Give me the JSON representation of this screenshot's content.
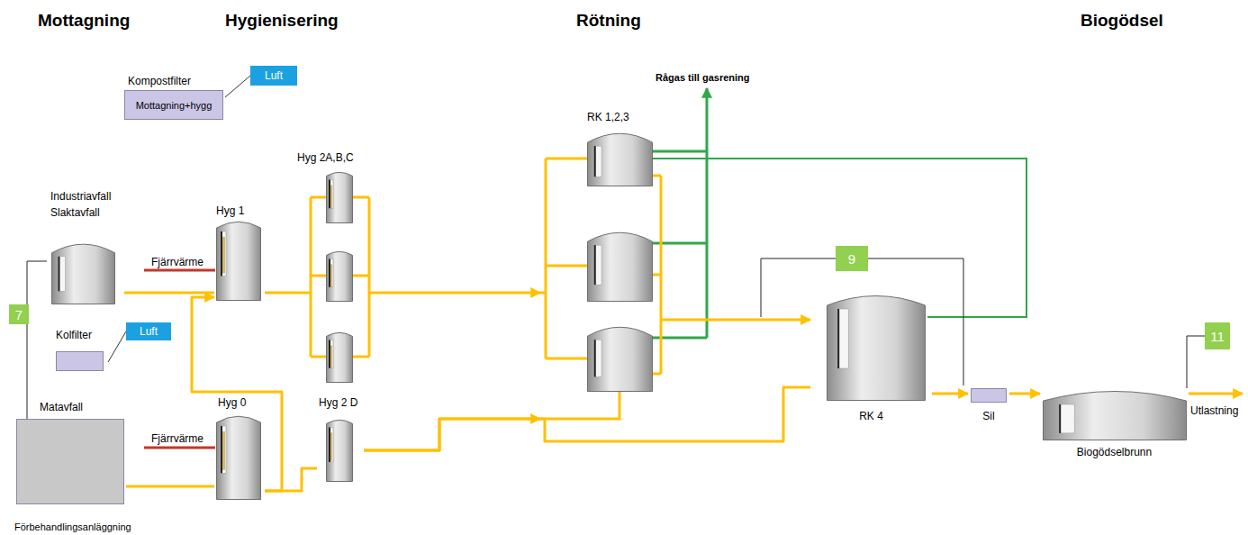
{
  "diagram": {
    "nodes": [
      {
        "text": [
          "Kompostfilter",
          "Mottagning+hygg"
        ]
      },
      {
        "text": [
          "Luft"
        ]
      },
      {
        "text": [
          "Industriavfall Slaktavfall"
        ]
      },
      {
        "text": [
          "Hyg 1"
        ]
      },
      {
        "text": [
          "Hyg 2A,B,C"
        ]
      },
      {
        "text": [
          "Kolfilter"
        ]
      },
      {
        "text": [
          "Luft"
        ]
      },
      {
        "text": [
          "Matavfall"
        ]
      },
      {
        "text": [
          "Hyg 0"
        ]
      },
      {
        "text": [
          "Hyg 2 D"
        ]
      },
      {
        "text": [
          "RK 1,2,3"
        ]
      },
      {
        "text": [
          "RK 4"
        ]
      },
      {
        "text": [
          "Sil"
        ]
      },
      {
        "text": [
          "Biogödselbrunn"
        ]
      }
    ],
    "edges": [
      {
        "from": 0,
        "to": 1,
        "arrow": "none"
      },
      {
        "from": 5,
        "to": 6,
        "arrow": "none"
      },
      {
        "from": 2,
        "to": 3,
        "arrow": "none"
      },
      {
        "from": 7,
        "to": 8,
        "arrow": "none"
      },
      {
        "from": 8,
        "to": 3,
        "arrow": "to"
      },
      {
        "from": 8,
        "to": 9,
        "arrow": "none"
      },
      {
        "from": 3,
        "to": 4,
        "arrow": "none"
      },
      {
        "from": 4,
        "to": 10,
        "arrow": "to"
      },
      {
        "from": 9,
        "to": 10,
        "arrow": "to"
      },
      {
        "from": 9,
        "to": 11,
        "arrow": "none"
      },
      {
        "from": 10,
        "to": 11,
        "arrow": "to"
      },
      {
        "from": 11,
        "to": 12,
        "arrow": "to"
      },
      {
        "from": 12,
        "to": 13,
        "arrow": "to"
      }
    ],
    "labels": [
      "Mottagning",
      "Hygienisering",
      "Rötning",
      "Biogödsel",
      "Fjärrvärme",
      "Fjärrvärme",
      "7",
      "9",
      "11",
      "Rågas till gasrening",
      "Förbehandlingsanläggning",
      "Utlastning"
    ]
  }
}
